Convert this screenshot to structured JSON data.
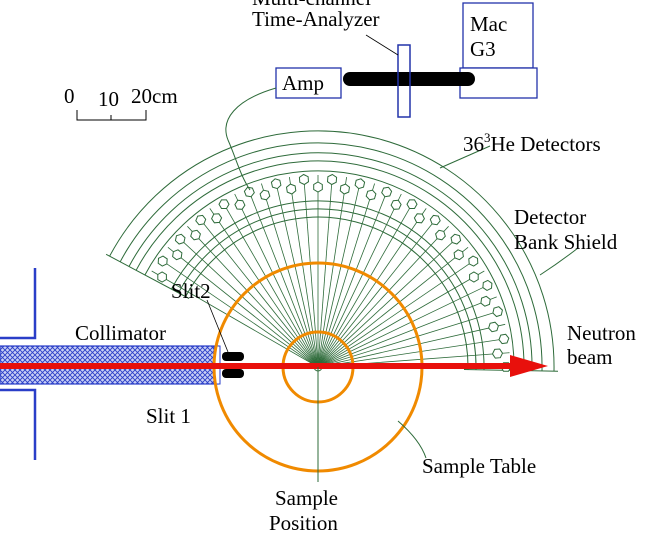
{
  "labels": {
    "mca_line1": "Multi-channel",
    "mca_line2": "Time-Analyzer",
    "mac_line1": "Mac",
    "mac_line2": "G3",
    "amp": "Amp",
    "scale_0": "0",
    "scale_10": "10",
    "scale_20": "20cm",
    "detectors_count": "36",
    "detectors_sup": "3",
    "detectors_rest": "He Detectors",
    "shield_line1": "Detector",
    "shield_line2": "Bank Shield",
    "slit2": "Slit2",
    "collimator": "Collimator",
    "slit1": "Slit 1",
    "neutron_line1": "Neutron",
    "neutron_line2": "beam",
    "sample_table": "Sample Table",
    "sample_pos_line1": "Sample",
    "sample_pos_line2": "Position"
  },
  "colors": {
    "detector_green": "#2e6b3a",
    "table_orange": "#f08a00",
    "beam_red": "#e8100c",
    "collimator_blue": "#2a3ec8",
    "electronics_blue": "#2233aa",
    "cable_black": "#000000"
  },
  "detector_count": 36
}
